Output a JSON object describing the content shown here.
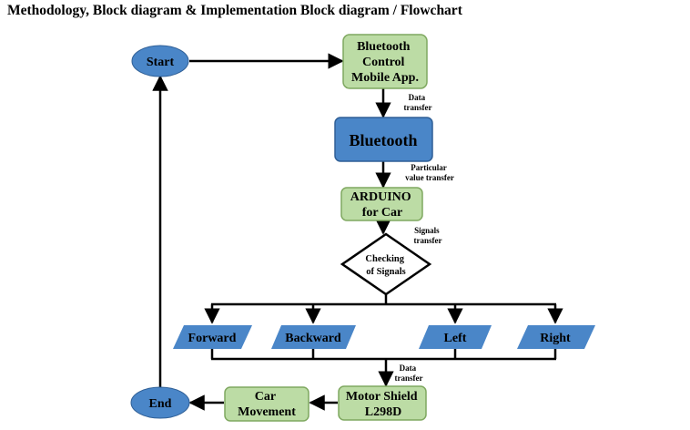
{
  "title": "Methodology, Block diagram & Implementation Block diagram / Flowchart",
  "colors": {
    "ellipse_fill": "#4a86c8",
    "green_fill": "#bcdca5",
    "green_stroke": "#7fa860",
    "blue_box_fill": "#4a86c8",
    "parallelogram_fill": "#4a86c8",
    "line": "#000000"
  },
  "nodes": {
    "start": "Start",
    "app": [
      "Bluetooth",
      "Control",
      "Mobile App."
    ],
    "bluetooth": "Bluetooth",
    "arduino": [
      "ARDUINO",
      "for Car"
    ],
    "checking": [
      "Checking",
      "of Signals"
    ],
    "forward": "Forward",
    "backward": "Backward",
    "left": "Left",
    "right": "Right",
    "motor": [
      "Motor Shield",
      "L298D"
    ],
    "car": [
      "Car",
      "Movement"
    ],
    "end": "End"
  },
  "edge_labels": {
    "data_transfer_1": [
      "Data",
      "transfer"
    ],
    "particular": [
      "Particular",
      "value transfer"
    ],
    "signals": [
      "Signals",
      "transfer"
    ],
    "data_transfer_2": [
      "Data",
      "transfer"
    ]
  }
}
